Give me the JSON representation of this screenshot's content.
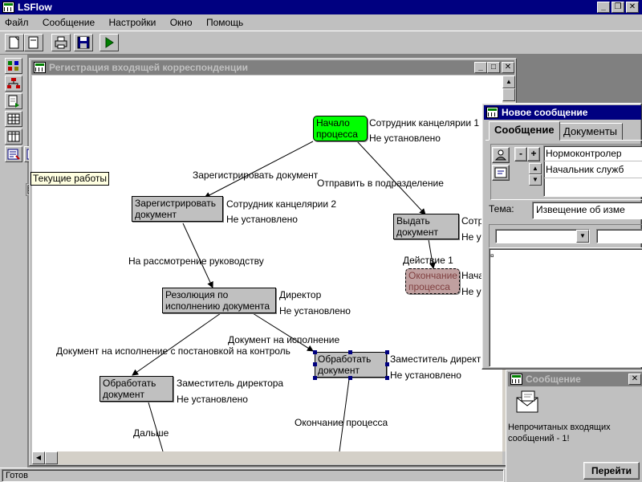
{
  "app": {
    "title": "LSFlow"
  },
  "menu": [
    {
      "label": "Файл",
      "name": "menu-file"
    },
    {
      "label": "Сообщение",
      "name": "menu-message"
    },
    {
      "label": "Настройки",
      "name": "menu-settings"
    },
    {
      "label": "Окно",
      "name": "menu-window"
    },
    {
      "label": "Помощь",
      "name": "menu-help"
    }
  ],
  "tooltip": "Текущие работы",
  "status": "Готов",
  "child_window": {
    "title": "Регистрация входящей корреспонденции"
  },
  "diagram": {
    "nodes": {
      "start": {
        "line1": "Начало",
        "line2": "процесса",
        "role": "Сотрудник канцелярии 1",
        "state": "Не установлено"
      },
      "register": {
        "line1": "Зарегистрировать",
        "line2": "документ",
        "role": "Сотрудник канцелярии 2",
        "state": "Не установлено"
      },
      "issue": {
        "line1": "Выдать",
        "line2": "документ",
        "role": "Сотр",
        "state": "Не у"
      },
      "end": {
        "line1": "Окончание",
        "line2": "процесса",
        "role": "Нача",
        "state": "Не у"
      },
      "resolution": {
        "line1": "Резолюция по",
        "line2": "исполнению документа",
        "role": "Директор",
        "state": "Не установлено"
      },
      "process_right": {
        "line1": "Обработать",
        "line2": "документ",
        "role": "Заместитель директ",
        "state": "Не установлено"
      },
      "process_left": {
        "line1": "Обработать",
        "line2": "документ",
        "role": "Заместитель директора",
        "state": "Не установлено"
      }
    },
    "edges": {
      "e1": "Зарегистрировать документ",
      "e2": "Отправить в подразделение",
      "e3": "На рассмотрение руководству",
      "e4": "Действие 1",
      "e5": "Документ на исполнение",
      "e6": "Документ на исполнение с постановкой на контроль",
      "e7": "Окончание процесса",
      "e8": "Дальше"
    }
  },
  "new_message": {
    "title": "Новое сообщение",
    "tabs": [
      "Сообщение",
      "Документы"
    ],
    "recipients": [
      "Нормоконтролер",
      "Начальник служб"
    ],
    "subject_label": "Тема:",
    "subject_value": "Извещение об изме",
    "minus": "-",
    "plus": "+"
  },
  "notification": {
    "title": "Сообщение",
    "text": "Непрочитаных входящих сообщений - 1!",
    "button": "Перейти"
  }
}
